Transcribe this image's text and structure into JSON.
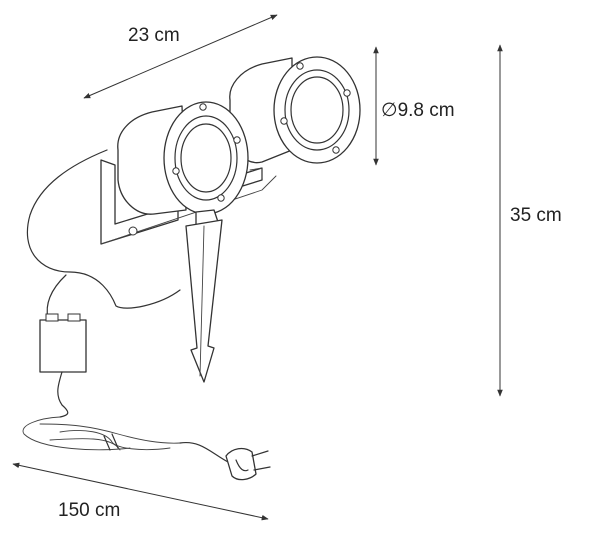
{
  "dimensions": {
    "width": "23 cm",
    "diameter": "9.8 cm",
    "height": "35 cm",
    "cable_length": "150 cm"
  },
  "symbols": {
    "diameter": "∅"
  }
}
